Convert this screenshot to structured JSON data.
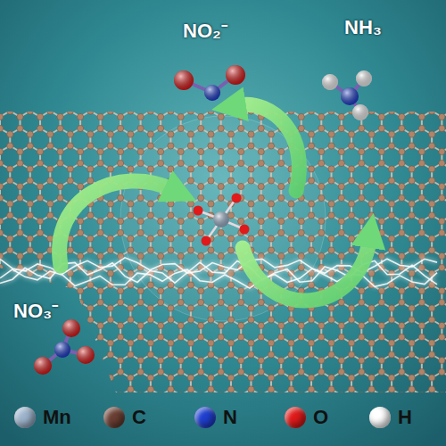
{
  "diagram": {
    "labels": [
      "NO₂⁻",
      "NH₃",
      "NO₃⁻"
    ],
    "legend": [
      {
        "text": "Mn",
        "color": "#9db4cc"
      },
      {
        "text": "C",
        "color": "#6b3f33"
      },
      {
        "text": "N",
        "color": "#1f3fd0"
      },
      {
        "text": "O",
        "color": "#e01a1a"
      },
      {
        "text": "H",
        "color": "#ffffff"
      }
    ]
  }
}
